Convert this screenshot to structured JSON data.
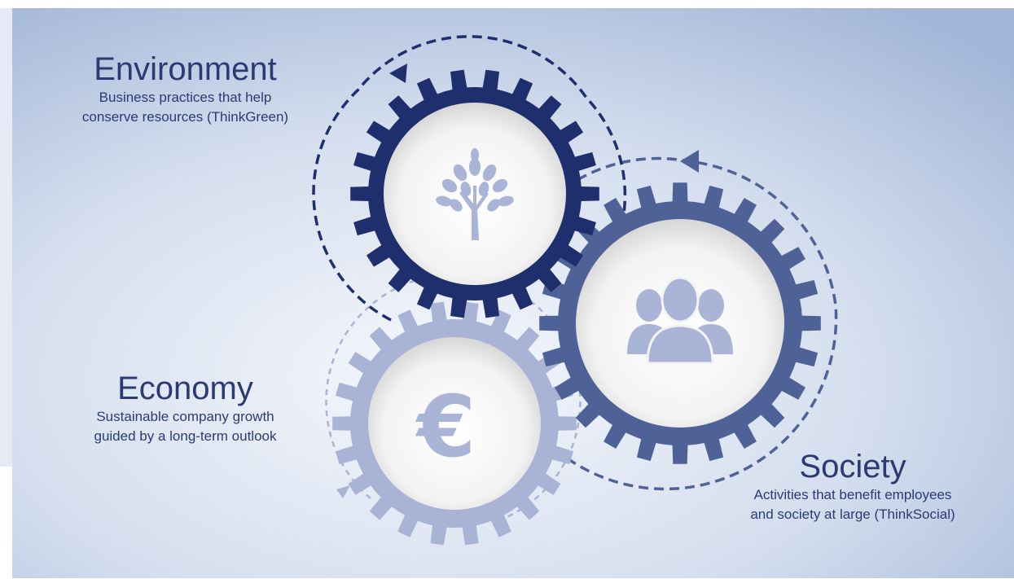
{
  "environment": {
    "title": "Environment",
    "description_line1": "Business practices that help",
    "description_line2": "conserve resources (ThinkGreen)",
    "icon": "tree-icon",
    "color": "#1f2f6e"
  },
  "economy": {
    "title": "Economy",
    "description_line1": "Sustainable company growth",
    "description_line2": "guided by a long-term outlook",
    "icon": "euro-icon",
    "color": "#a8b3d6"
  },
  "society": {
    "title": "Society",
    "description_line1": "Activities that benefit employees",
    "description_line2": "and society at large (ThinkSocial)",
    "icon": "people-icon",
    "color": "#4f6298"
  },
  "colors": {
    "background_light": "#eef1f8",
    "background_dark": "#a3b6d8",
    "text": "#2b3a72",
    "icon": "#a9b4d6"
  }
}
